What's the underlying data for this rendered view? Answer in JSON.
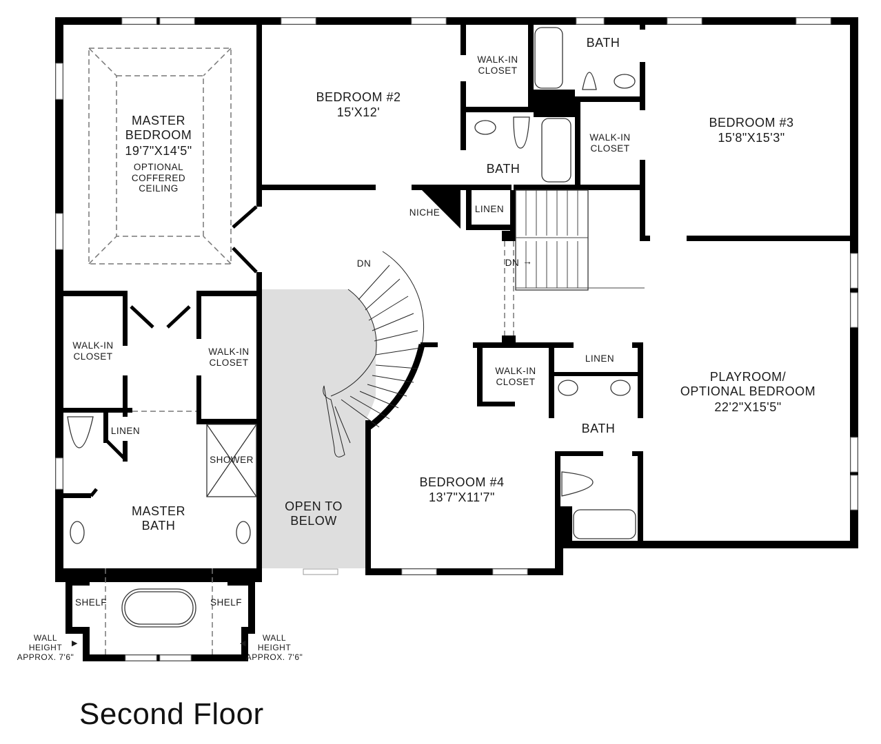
{
  "title": "Second Floor",
  "colors": {
    "wall": "#000000",
    "fixture_line": "#333333",
    "open_to_below": "#dedede",
    "background": "#ffffff",
    "dashed": "#777777"
  },
  "rooms": {
    "master_bedroom": {
      "name": "MASTER\nBEDROOM",
      "size": "19'7\"X14'5\"",
      "note": "OPTIONAL\nCOFFERED\nCEILING"
    },
    "bedroom2": {
      "name": "BEDROOM #2",
      "size": "15'X12'"
    },
    "bedroom3": {
      "name": "BEDROOM #3",
      "size": "15'8\"X15'3\""
    },
    "bedroom4": {
      "name": "BEDROOM #4",
      "size": "13'7\"X11'7\""
    },
    "playroom": {
      "name": "PLAYROOM/\nOPTIONAL BEDROOM",
      "size": "22'2\"X15'5\""
    },
    "master_bath": {
      "name": "MASTER\nBATH"
    },
    "open_to_below": {
      "name": "OPEN TO\nBELOW"
    },
    "bath_top": {
      "name": "BATH"
    },
    "bath_mid": {
      "name": "BATH"
    },
    "bath_right": {
      "name": "BATH"
    },
    "wic_bed2": {
      "name": "WALK-IN\nCLOSET"
    },
    "wic_bed3": {
      "name": "WALK-IN\nCLOSET"
    },
    "wic_master_left": {
      "name": "WALK-IN\nCLOSET"
    },
    "wic_master_right": {
      "name": "WALK-IN\nCLOSET"
    },
    "wic_bed4": {
      "name": "WALK-IN\nCLOSET"
    },
    "linen_stair": {
      "name": "LINEN"
    },
    "linen_master": {
      "name": "LINEN"
    },
    "linen_right": {
      "name": "LINEN"
    },
    "niche": {
      "name": "NICHE"
    },
    "shower": {
      "name": "SHOWER"
    },
    "shelf_left": {
      "name": "SHELF"
    },
    "shelf_right": {
      "name": "SHELF"
    }
  },
  "stairs": {
    "curved_label": "DN",
    "straight_label": "DN"
  },
  "annotations": {
    "wall_height_left": "WALL\nHEIGHT\nAPPROX. 7'6\"",
    "wall_height_right": "WALL\nHEIGHT\nAPPROX. 7'6\""
  }
}
